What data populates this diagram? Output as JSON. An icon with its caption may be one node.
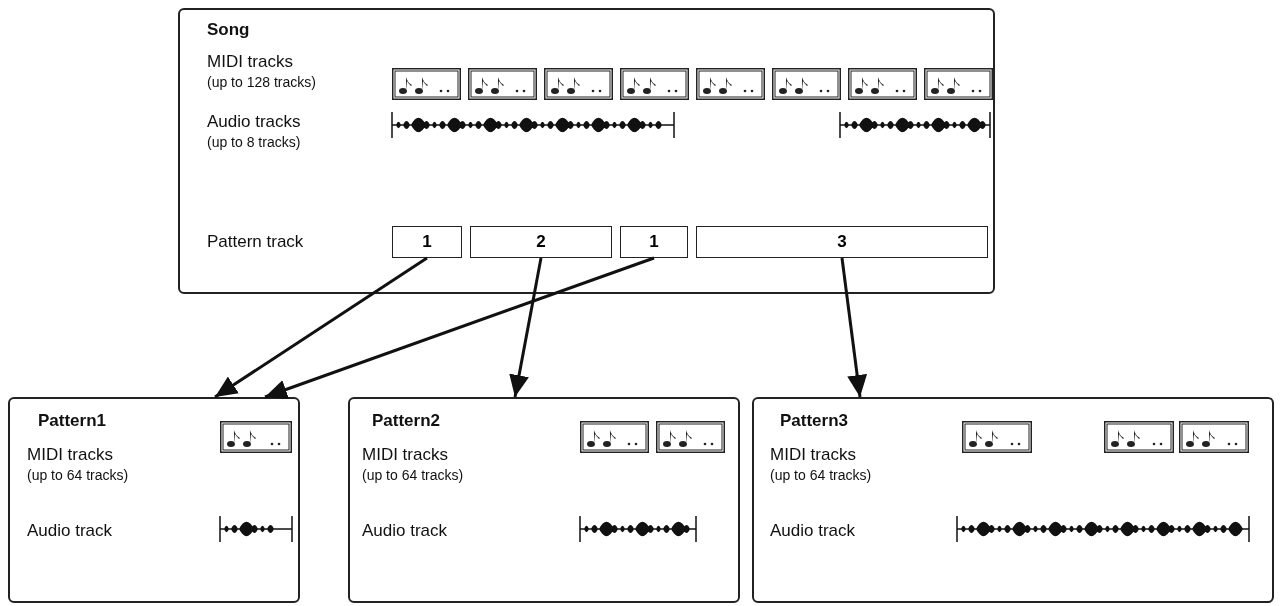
{
  "diagram": {
    "nodes": [
      {
        "text": [
          "Song",
          "MIDI tracks",
          "(up to 128 tracks)",
          "Audio tracks",
          "(up to 8 tracks)",
          "Pattern track"
        ]
      },
      {
        "text": [
          "1"
        ],
        "in": 0
      },
      {
        "text": [
          "2"
        ],
        "in": 0
      },
      {
        "text": [
          "1"
        ],
        "in": 0
      },
      {
        "text": [
          "3"
        ],
        "in": 0
      },
      {
        "text": [
          "Pattern1",
          "MIDI tracks",
          "(up to 64 tracks)",
          "Audio track"
        ]
      },
      {
        "text": [
          "Pattern2",
          "MIDI tracks",
          "(up to 64 tracks)",
          "Audio track"
        ]
      },
      {
        "text": [
          "Pattern3",
          "MIDI tracks",
          "(up to 64 tracks)",
          "Audio track"
        ]
      }
    ],
    "edges": [
      {
        "from": 1,
        "to": 5,
        "arrow": "to"
      },
      {
        "from": 3,
        "to": 5,
        "arrow": "to"
      },
      {
        "from": 2,
        "to": 6,
        "arrow": "to"
      },
      {
        "from": 4,
        "to": 7,
        "arrow": "to"
      }
    ]
  }
}
